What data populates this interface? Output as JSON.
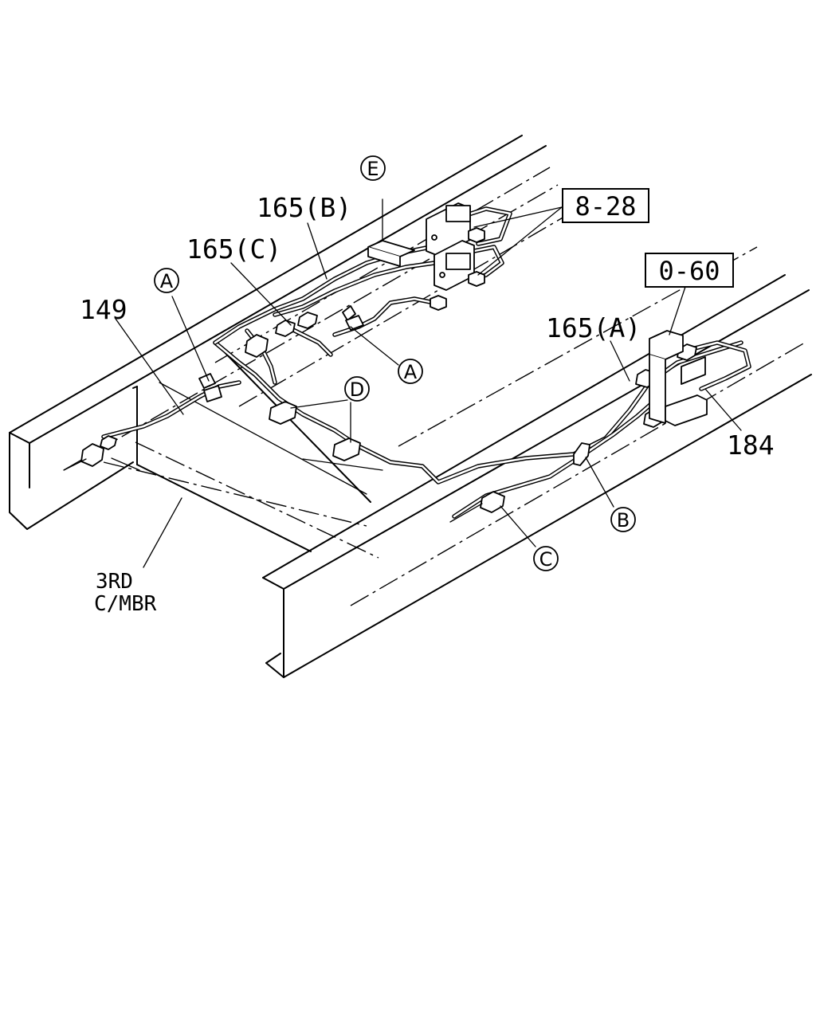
{
  "diagram": {
    "callouts": {
      "p165b": "165(B)",
      "p165c": "165(C)",
      "p165a": "165(A)",
      "p149": "149",
      "p184": "184",
      "member_line1": "3RD",
      "member_line2": "C/MBR"
    },
    "reference_boxes": {
      "ref_8_28": "8-28",
      "ref_0_60": "0-60"
    },
    "circle_markers": {
      "E": "E",
      "A_left": "A",
      "A_center": "A",
      "D": "D",
      "B": "B",
      "C": "C"
    }
  }
}
